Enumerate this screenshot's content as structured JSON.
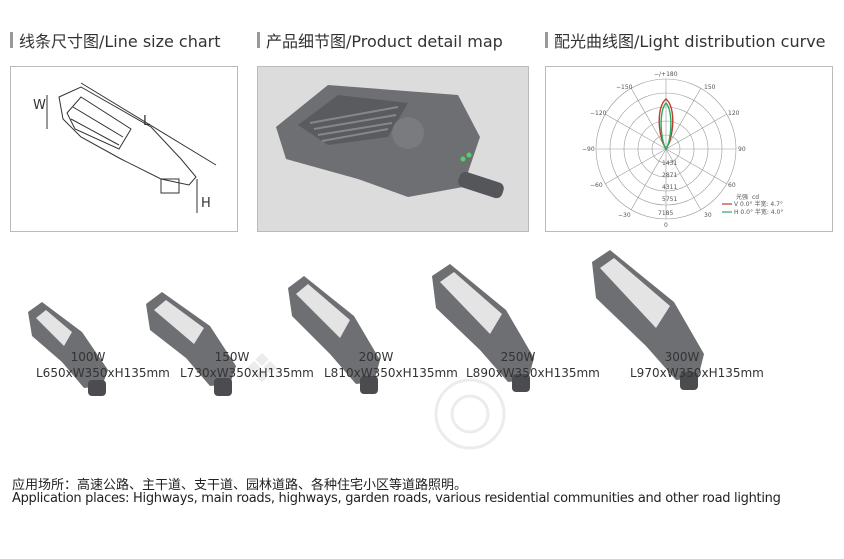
{
  "headers": {
    "line_size": "线条尺寸图/Line size chart",
    "product_detail": "产品细节图/Product detail map",
    "light_distribution": "配光曲线图/Light distribution curve"
  },
  "dimension_labels": {
    "w": "W",
    "l": "L",
    "h": "H"
  },
  "polar": {
    "angles_top": "−/+180",
    "a150l": "−150",
    "a150r": "150",
    "a120l": "−120",
    "a120r": "120",
    "a90l": "−90",
    "a90r": "90",
    "a60l": "−60",
    "a60r": "60",
    "a30l": "−30",
    "a30r": "30",
    "a0": "0",
    "rings": [
      "1431",
      "2871",
      "4311",
      "5751",
      "7185"
    ],
    "unit": "cd",
    "legend_title": "光强",
    "legend_v": "V 0.0° 半宽: 4.7°",
    "legend_h": "H 0.0° 半宽: 4.0°",
    "colors": {
      "v": "#c0392b",
      "h": "#27ae60"
    }
  },
  "models": [
    {
      "power": "100W",
      "dims": "L650xW350xH135mm"
    },
    {
      "power": "150W",
      "dims": "L730xW350xH135mm"
    },
    {
      "power": "200W",
      "dims": "L810xW350xH135mm"
    },
    {
      "power": "250W",
      "dims": "L890xW350xH135mm"
    },
    {
      "power": "300W",
      "dims": "L970xW350xH135mm"
    }
  ],
  "application": {
    "cn": "应用场所：高速公路、主干道、支干道、园林道路、各种住宅小区等道路照明。",
    "en": "Application places: Highways, main roads, highways, garden roads, various residential communities and other road lighting"
  },
  "colors": {
    "lamp_body": "#6e6f72",
    "lamp_dark": "#4b4c4f",
    "led": "#e9e9e9"
  }
}
